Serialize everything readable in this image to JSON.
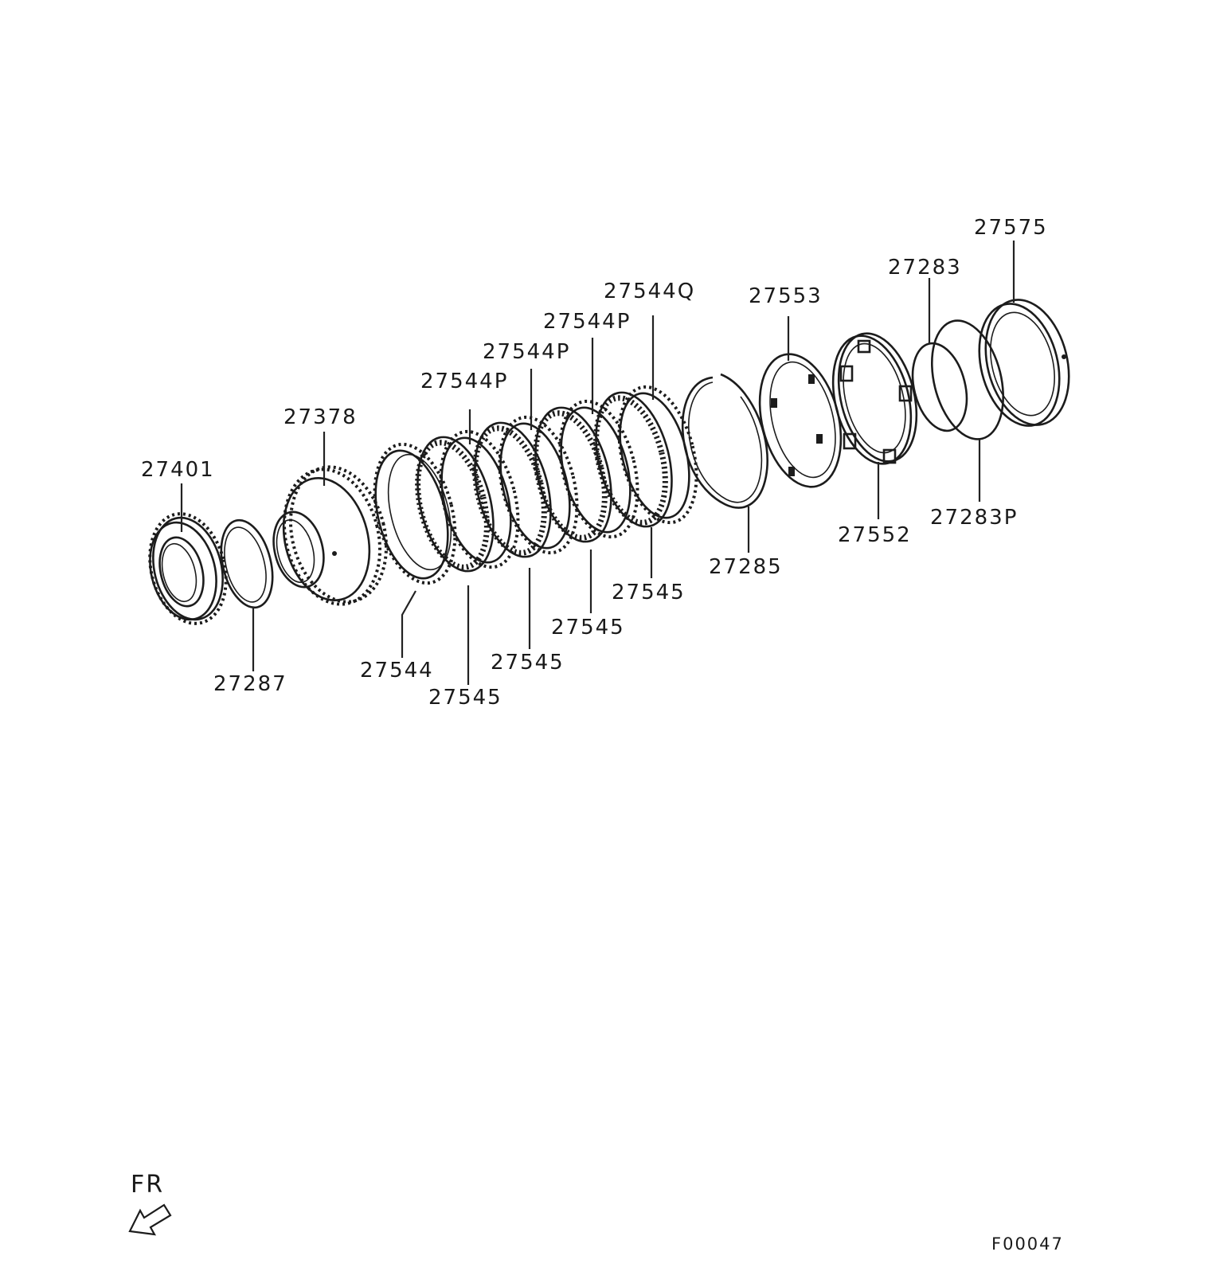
{
  "parts": [
    {
      "id": "27401"
    },
    {
      "id": "27287"
    },
    {
      "id": "27378"
    },
    {
      "id": "27544"
    },
    {
      "id": "27545"
    },
    {
      "id": "27544P"
    },
    {
      "id": "27545"
    },
    {
      "id": "27544P"
    },
    {
      "id": "27545"
    },
    {
      "id": "27544P"
    },
    {
      "id": "27545"
    },
    {
      "id": "27544Q"
    },
    {
      "id": "27285"
    },
    {
      "id": "27553"
    },
    {
      "id": "27552"
    },
    {
      "id": "27283"
    },
    {
      "id": "27283P"
    },
    {
      "id": "27575"
    }
  ],
  "direction_label": "FR",
  "figure_code": "F00047"
}
